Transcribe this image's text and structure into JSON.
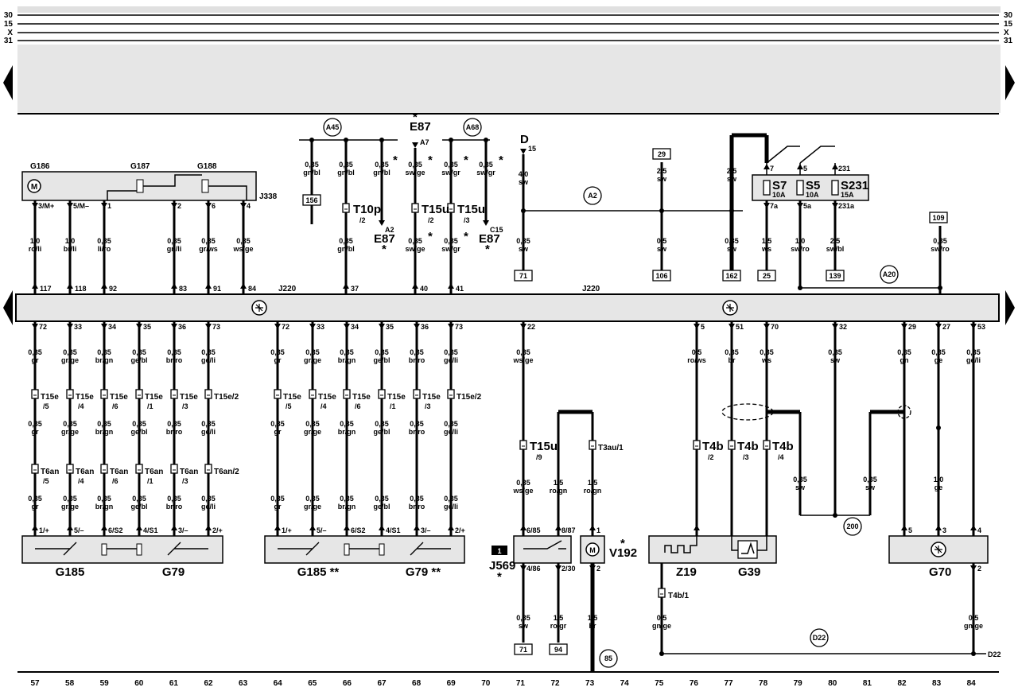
{
  "rails": {
    "left": [
      "30",
      "15",
      "X",
      "31"
    ],
    "right": [
      "30",
      "15",
      "X",
      "31"
    ]
  },
  "ruler": [
    "57",
    "58",
    "59",
    "60",
    "61",
    "62",
    "63",
    "64",
    "65",
    "66",
    "67",
    "68",
    "69",
    "70",
    "71",
    "72",
    "73",
    "74",
    "75",
    "76",
    "77",
    "78",
    "79",
    "80",
    "81",
    "82",
    "83",
    "84"
  ],
  "modules": {
    "j338": {
      "name": "J338",
      "g186": "G186",
      "g187": "G187",
      "g188": "G188"
    },
    "j220_top": "J220",
    "j220_mid": "J220",
    "g185_a": "G185",
    "g79_a": "G79",
    "g185_b": "G185 **",
    "g79_b": "G79 **",
    "j569": "J569",
    "j569_star": "*",
    "j569_num": "1",
    "v192": "V192",
    "v192_star": "*",
    "z19": "Z19",
    "g39": "G39",
    "g70": "G70",
    "e87_top": "E87",
    "e87_top_star": "*",
    "e87_a2": "E87",
    "e87_c15": "E87",
    "d": "D",
    "d_pin": "15"
  },
  "circles": [
    "A45",
    "A68",
    "A2",
    "A20",
    "200",
    "D22",
    "85"
  ],
  "boxes": [
    "156",
    "29",
    "109",
    "71",
    "106",
    "162",
    "25",
    "139",
    "71",
    "94"
  ],
  "fuses": [
    {
      "name": "S7",
      "rating": "10A",
      "top": "7",
      "bottom": "7a"
    },
    {
      "name": "S5",
      "rating": "10A",
      "top": "5",
      "bottom": "5a"
    },
    {
      "name": "S231",
      "rating": "15A",
      "top": "231",
      "bottom": "231a"
    }
  ],
  "top_wires": [
    {
      "pin": "3/M+",
      "size": "1,0",
      "color": "ro/li",
      "j220": "117"
    },
    {
      "pin": "5/M–",
      "size": "1,0",
      "color": "br/li",
      "j220": "118"
    },
    {
      "pin": "1",
      "size": "0,35",
      "color": "li/ro",
      "j220": "92"
    },
    {
      "pin": "2",
      "size": "0,35",
      "color": "gn/li",
      "j220": "83"
    },
    {
      "pin": "6",
      "size": "0,35",
      "color": "gr/ws",
      "j220": "91"
    },
    {
      "pin": "4",
      "size": "0,35",
      "color": "ws/ge",
      "j220": "84"
    }
  ],
  "a45_wires": [
    {
      "size": "0,35",
      "color": "gn/bl"
    },
    {
      "size": "0,35",
      "color": "gn/bl",
      "conn": "T10p",
      "conn_pin": "/2",
      "size2": "0,35",
      "color2": "gn/bl",
      "j220": "37"
    },
    {
      "size": "0,35",
      "color": "gn/bl",
      "star": "*",
      "end": "A2"
    }
  ],
  "a68_wires": [
    {
      "size": "0,35",
      "color": "sw/ge",
      "star": "*",
      "pin": "A7",
      "conn": "T15u",
      "conn_pin": "/2",
      "size2": "0,35",
      "color2": "sw/ge",
      "j220": "40"
    },
    {
      "size": "0,35",
      "color": "sw/gr",
      "star": "*",
      "conn": "T15u",
      "conn_pin": "/3",
      "size2": "0,35",
      "color2": "sw/gr",
      "j220": "41"
    },
    {
      "size": "0,35",
      "color": "sw/gr",
      "star": "*",
      "end": "C15"
    }
  ],
  "d_wire": {
    "size": "4,0",
    "color": "sw",
    "size2": "0,35",
    "color2": "sw"
  },
  "w29": {
    "size": "2,5",
    "color": "sw",
    "size2": "0,5",
    "color2": "sw"
  },
  "w162": {
    "size": "2,5",
    "color": "sw",
    "size2": "0,35",
    "color2": "sw"
  },
  "fuse_wires": [
    {
      "size": "1,5",
      "color": "ws"
    },
    {
      "size": "1,0",
      "color": "sw/ro"
    },
    {
      "size": "2,5",
      "color": "sw/bl"
    }
  ],
  "w109": {
    "size": "0,35",
    "color": "sw/ro"
  },
  "lower_groups": [
    {
      "pins_top": [
        "72",
        "33",
        "34",
        "35",
        "36",
        "73"
      ],
      "sizes": [
        "0,35",
        "0,35",
        "0,35",
        "0,35",
        "0,35",
        "0,35"
      ],
      "colors": [
        "gr",
        "gr/ge",
        "br/gn",
        "ge/bl",
        "br/ro",
        "ge/li"
      ],
      "t15": [
        "T15e",
        "T15e",
        "T15e",
        "T15e",
        "T15e",
        "T15e/2"
      ],
      "t15pin": [
        "/5",
        "/4",
        "/6",
        "/1",
        "/3",
        ""
      ],
      "t6": [
        "T6an",
        "T6an",
        "T6an",
        "T6an",
        "T6an",
        "T6an/2"
      ],
      "t6pin": [
        "/5",
        "/4",
        "/6",
        "/1",
        "/3",
        ""
      ],
      "pins_bot": [
        "1/+",
        "5/–",
        "6/S2",
        "4/S1",
        "3/–",
        "2/+"
      ]
    },
    {
      "pins_top": [
        "72",
        "33",
        "34",
        "35",
        "36",
        "73"
      ],
      "sizes": [
        "0,35",
        "0,35",
        "0,35",
        "0,35",
        "0,35",
        "0,35"
      ],
      "colors": [
        "gr",
        "gr/ge",
        "br/gn",
        "ge/bl",
        "br/ro",
        "ge/li"
      ],
      "t15": [
        "T15e",
        "T15e",
        "T15e",
        "T15e",
        "T15e",
        "T15e/2"
      ],
      "t15pin": [
        "/5",
        "/4",
        "/6",
        "/1",
        "/3",
        ""
      ],
      "pins_bot": [
        "1/+",
        "5/–",
        "6/S2",
        "4/S1",
        "3/–",
        "2/+"
      ]
    }
  ],
  "mid_right": {
    "p22": {
      "pin": "22",
      "size": "0,35",
      "color": "ws/ge",
      "conn": "T15u",
      "conn_pin": "/9",
      "size2": "0,35",
      "color2": "ws/ge"
    },
    "j569_pins": [
      "6/85",
      "8/87",
      "4/86",
      "2/30"
    ],
    "t3au": "T3au/1",
    "rogn": {
      "size": "1,5",
      "color": "ro/gn"
    },
    "v192_pins": [
      "1",
      "2"
    ],
    "bot71": {
      "size": "0,35",
      "color": "sw"
    },
    "bot72": {
      "size": "1,5",
      "color": "ro/gr"
    },
    "bot73": {
      "size": "1,5",
      "color": "br"
    },
    "p5": {
      "pin": "5",
      "size": "0,5",
      "color": "ro/ws",
      "conn": "T4b",
      "conn_pin": "/2"
    },
    "p51": {
      "pin": "51",
      "size": "0,35",
      "color": "br",
      "conn": "T4b",
      "conn_pin": "/3"
    },
    "p70": {
      "pin": "70",
      "size": "0,35",
      "color": "ws",
      "conn": "T4b",
      "conn_pin": "/4"
    },
    "p32": {
      "pin": "32",
      "size": "0,35",
      "color": "sw"
    },
    "sw79": {
      "size": "0,35",
      "color": "sw"
    },
    "sw81": {
      "size": "0,35",
      "color": "sw"
    },
    "p29": {
      "pin": "29",
      "size": "0,35",
      "color": "gn"
    },
    "p27": {
      "pin": "27",
      "size": "0,35",
      "color": "ge",
      "size2": "1,0",
      "color2": "ge"
    },
    "p53": {
      "pin": "53",
      "size": "0,35",
      "color": "ge/li"
    },
    "g70_pins": [
      "5",
      "3",
      "4",
      "2"
    ],
    "t4b1": "T4b/1",
    "gnge1": {
      "size": "0,5",
      "color": "gn/ge"
    },
    "gnge2": {
      "size": "0,5",
      "color": "gn/ge"
    },
    "d22_end": "D22"
  },
  "colors": {
    "panel": "#e6e6e6",
    "ink": "#000000"
  }
}
